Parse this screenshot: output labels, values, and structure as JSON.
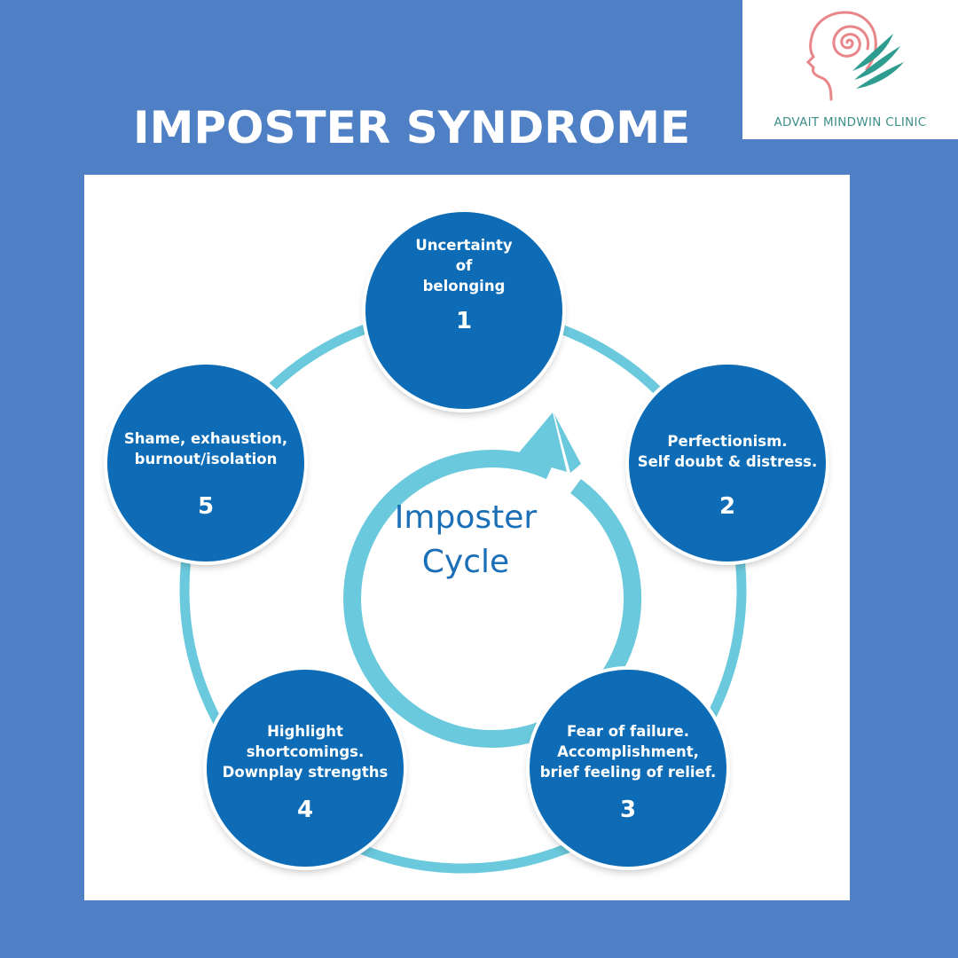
{
  "title": "IMPOSTER SYNDROME",
  "logo": {
    "text": "ADVAIT MINDWIN CLINIC",
    "icon": "head-spiral-leaf-icon",
    "colors": {
      "head": "#e8868a",
      "leaf": "#2e9c8f",
      "text": "#3d8f8a"
    }
  },
  "diagram": {
    "center_label": "Imposter\nCycle",
    "nodes": [
      {
        "number": "1",
        "label": "Uncertainty\nof\nbelonging"
      },
      {
        "number": "2",
        "label": "Perfectionism.\nSelf doubt & distress."
      },
      {
        "number": "3",
        "label": "Fear of failure.\nAccomplishment,\nbrief feeling of relief."
      },
      {
        "number": "4",
        "label": "Highlight\nshortcomings.\nDownplay strengths"
      },
      {
        "number": "5",
        "label": "Shame, exhaustion,\nburnout/isolation"
      }
    ],
    "colors": {
      "background": "#4f80c6",
      "node": "#0d6cb5",
      "ring": "#6ac9dc",
      "center_text": "#1a6fb6"
    }
  }
}
